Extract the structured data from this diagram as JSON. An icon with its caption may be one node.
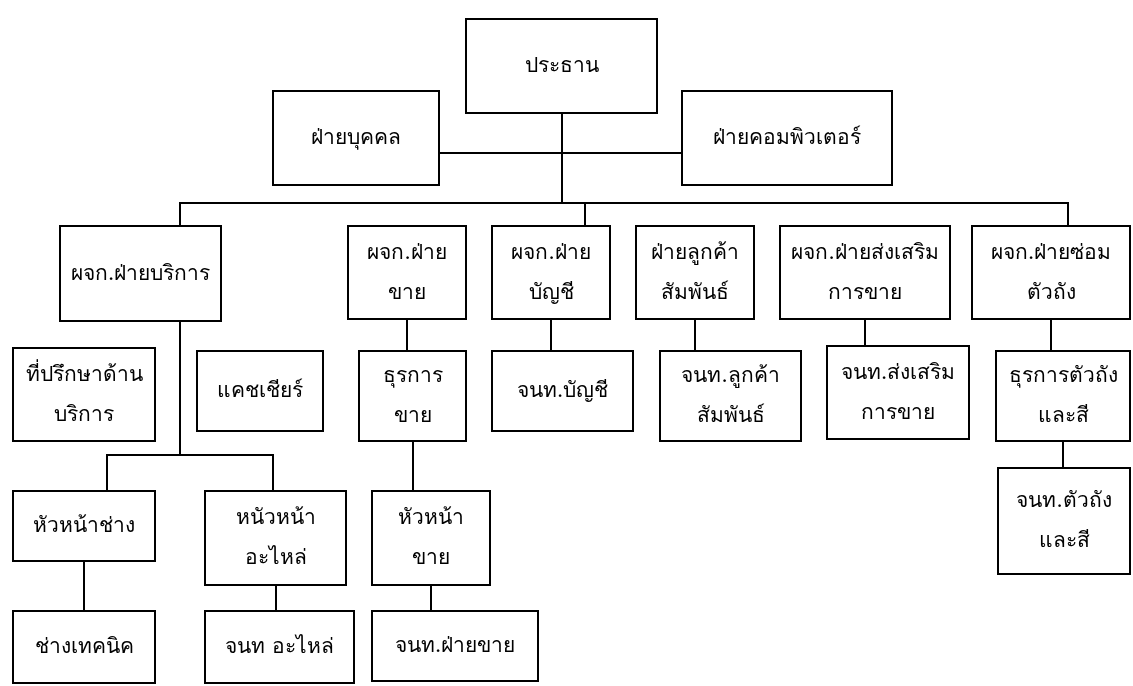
{
  "diagram": {
    "nodes": [
      {
        "text": [
          "ประธาน"
        ]
      },
      {
        "text": [
          "ฝ่ายบุคคล"
        ]
      },
      {
        "text": [
          "ฝ่ายคอมพิวเตอร์"
        ]
      },
      {
        "text": [
          "ผจก.ฝ่ายบริการ"
        ]
      },
      {
        "text": [
          "ผจก.ฝ่ายขาย"
        ]
      },
      {
        "text": [
          "ผจก.ฝ่ายบัญชี"
        ]
      },
      {
        "text": [
          "ฝ่ายลูกค้าสัมพันธ์"
        ]
      },
      {
        "text": [
          "ผจก.ฝ่ายส่งเสริมการขาย"
        ]
      },
      {
        "text": [
          "ผจก.ฝ่ายซ่อมตัวถัง"
        ]
      },
      {
        "text": [
          "ที่ปรึกษาด้านบริการ"
        ]
      },
      {
        "text": [
          "แคชเชียร์"
        ]
      },
      {
        "text": [
          "ธุรการขาย"
        ]
      },
      {
        "text": [
          "จนท.บัญชี"
        ]
      },
      {
        "text": [
          "จนท.ลูกค้าสัมพันธ์"
        ]
      },
      {
        "text": [
          "จนท.ส่งเสริมการขาย"
        ]
      },
      {
        "text": [
          "ธุรการตัวถังและสี"
        ]
      },
      {
        "text": [
          "หัวหน้าช่าง"
        ]
      },
      {
        "text": [
          "หนัวหน้าอะไหล่"
        ]
      },
      {
        "text": [
          "หัวหน้าขาย"
        ]
      },
      {
        "text": [
          "จนท.ตัวถังและสี"
        ]
      },
      {
        "text": [
          "ช่างเทคนิค"
        ]
      },
      {
        "text": [
          "จนท อะไหล่"
        ]
      },
      {
        "text": [
          "จนท.ฝ่ายขาย"
        ]
      }
    ],
    "edges": [
      {
        "from": 0,
        "to": 1,
        "arrow": "none"
      },
      {
        "from": 0,
        "to": 2,
        "arrow": "none"
      },
      {
        "from": 0,
        "to": 3,
        "arrow": "none"
      },
      {
        "from": 0,
        "to": 5,
        "arrow": "none"
      },
      {
        "from": 0,
        "to": 8,
        "arrow": "none"
      },
      {
        "from": 3,
        "to": 16,
        "arrow": "none"
      },
      {
        "from": 3,
        "to": 17,
        "arrow": "none"
      },
      {
        "from": 4,
        "to": 11,
        "arrow": "none"
      },
      {
        "from": 11,
        "to": 18,
        "arrow": "none"
      },
      {
        "from": 18,
        "to": 22,
        "arrow": "none"
      },
      {
        "from": 5,
        "to": 12,
        "arrow": "none"
      },
      {
        "from": 6,
        "to": 13,
        "arrow": "none"
      },
      {
        "from": 7,
        "to": 14,
        "arrow": "none"
      },
      {
        "from": 8,
        "to": 15,
        "arrow": "none"
      },
      {
        "from": 15,
        "to": 19,
        "arrow": "none"
      },
      {
        "from": 16,
        "to": 20,
        "arrow": "none"
      },
      {
        "from": 17,
        "to": 21,
        "arrow": "none"
      }
    ]
  }
}
